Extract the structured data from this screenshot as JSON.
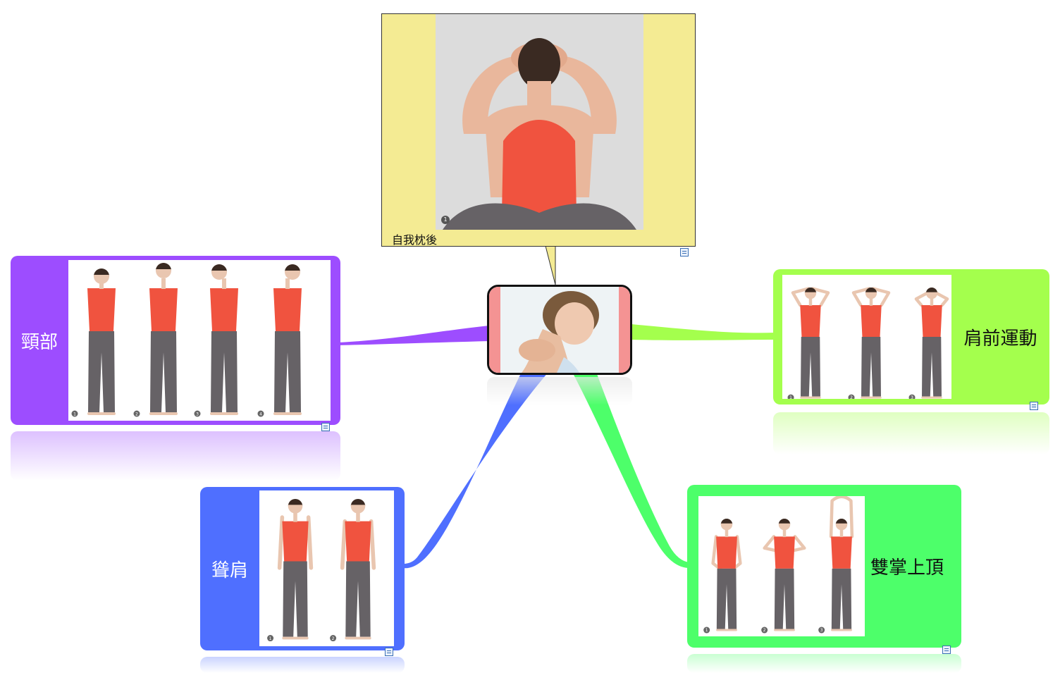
{
  "colors": {
    "purple": "#9d4dff",
    "lime": "#a4ff4d",
    "blue": "#4f6fff",
    "green": "#4dff6a",
    "callout": "#f4eb93",
    "skin": "#e9c6b0",
    "top": "#f0533f",
    "pants": "#666266",
    "hair": "#3a2a22"
  },
  "central_topic": {
    "image": "neck-pain-photo"
  },
  "callout": {
    "caption": "自我枕後",
    "image": "neck-stretch-back-photo",
    "step_mark": "1"
  },
  "topics": [
    {
      "id": "neck",
      "label": "頸部",
      "color_key": "purple",
      "figures": [
        "1",
        "2",
        "3",
        "4"
      ]
    },
    {
      "id": "shoulder-front",
      "label": "肩前運動",
      "color_key": "lime",
      "figures": [
        "1",
        "2",
        "3"
      ]
    },
    {
      "id": "shrug",
      "label": "聳肩",
      "color_key": "blue",
      "figures": [
        "1",
        "2"
      ]
    },
    {
      "id": "palms-up",
      "label": "雙掌上頂",
      "color_key": "green",
      "figures": [
        "1",
        "2",
        "3"
      ]
    }
  ],
  "icons": {
    "note": "note-edit-icon"
  }
}
